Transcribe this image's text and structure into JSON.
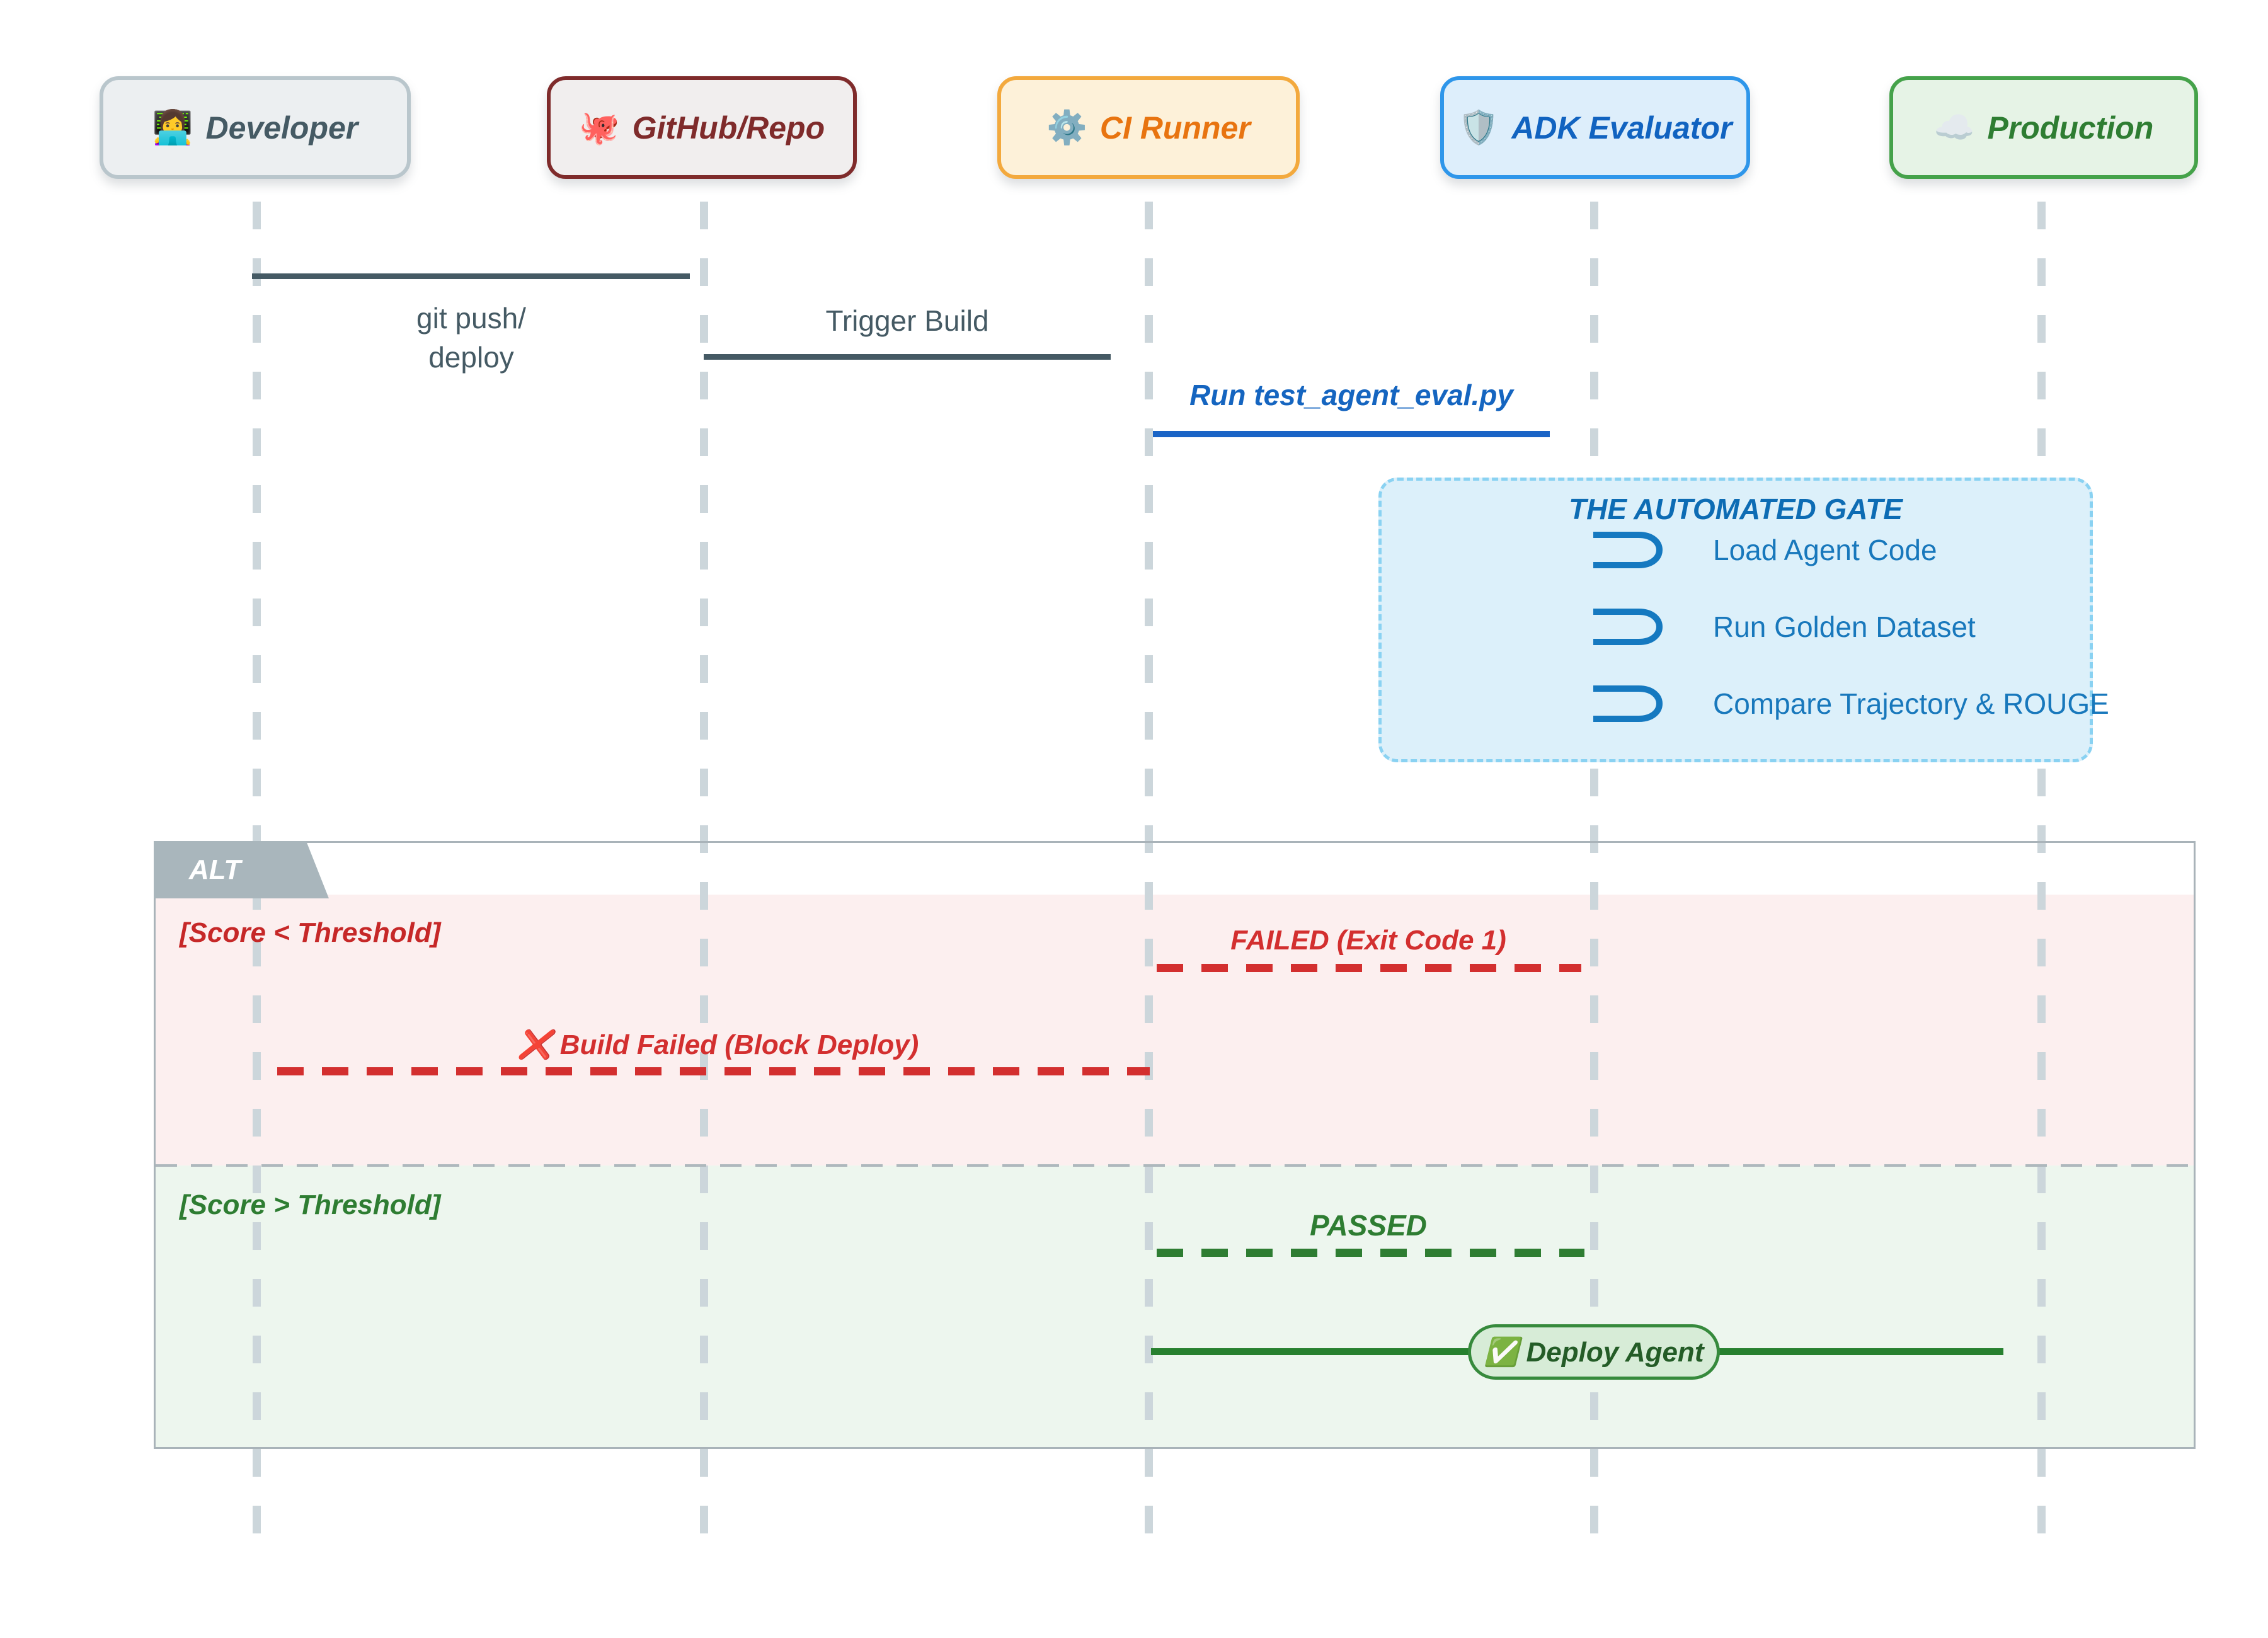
{
  "diagram_type": "sequence-diagram",
  "actors": [
    {
      "id": "developer",
      "emoji": "👩‍💻",
      "icon": "technologist-icon",
      "label": "Developer",
      "bg": "#eceff1",
      "border": "#b9c6cc",
      "color": "#455a64"
    },
    {
      "id": "github",
      "emoji": "🐙",
      "icon": "octopus-icon",
      "label": "GitHub/Repo",
      "bg": "#f1eeee",
      "border": "#7f2b2b",
      "color": "#7f2b2b"
    },
    {
      "id": "ci-runner",
      "emoji": "⚙️",
      "icon": "gear-icon",
      "label": "CI Runner",
      "bg": "#fdf1d9",
      "border": "#f3a93d",
      "color": "#e87410"
    },
    {
      "id": "adk-eval",
      "emoji": "🛡️",
      "icon": "shield-icon",
      "label": "ADK Evaluator",
      "bg": "#ddeefb",
      "border": "#2e96ea",
      "color": "#1163c0"
    },
    {
      "id": "production",
      "emoji": "☁️",
      "icon": "cloud-icon",
      "label": "Production",
      "bg": "#e6f3e6",
      "border": "#45a24a",
      "color": "#2e7d32"
    }
  ],
  "messages": {
    "git_push_line1": "git push/",
    "git_push_line2": "deploy",
    "trigger_build": "Trigger Build",
    "run_eval": "Run test_agent_eval.py"
  },
  "note": {
    "title": "THE AUTOMATED GATE",
    "items": [
      "Load Agent Code",
      "Run Golden Dataset",
      "Compare Trajectory & ROUGE"
    ]
  },
  "alt": {
    "label": "ALT",
    "fail_branch": {
      "condition": "[Score < Threshold]",
      "reply": "FAILED (Exit Code 1)",
      "block_message": "❌ Build Failed (Block Deploy)"
    },
    "pass_branch": {
      "condition": "[Score > Threshold]",
      "reply": "PASSED",
      "deploy_message": "✅ Deploy Agent"
    }
  },
  "colors": {
    "slate_message": "#455a64",
    "blue_message": "#1565c0",
    "red_fail": "#d32f2f",
    "red_condition": "#c62828",
    "green_pass": "#2e7d32",
    "note_bg": "#dcf0fa",
    "note_border": "#8ad2f2",
    "note_text": "#1878bc",
    "alt_tab_bg": "#a9b6bc",
    "fail_section_bg": "#fcefef",
    "pass_section_bg": "#edf6ee",
    "lifeline": "#ccd6db"
  }
}
